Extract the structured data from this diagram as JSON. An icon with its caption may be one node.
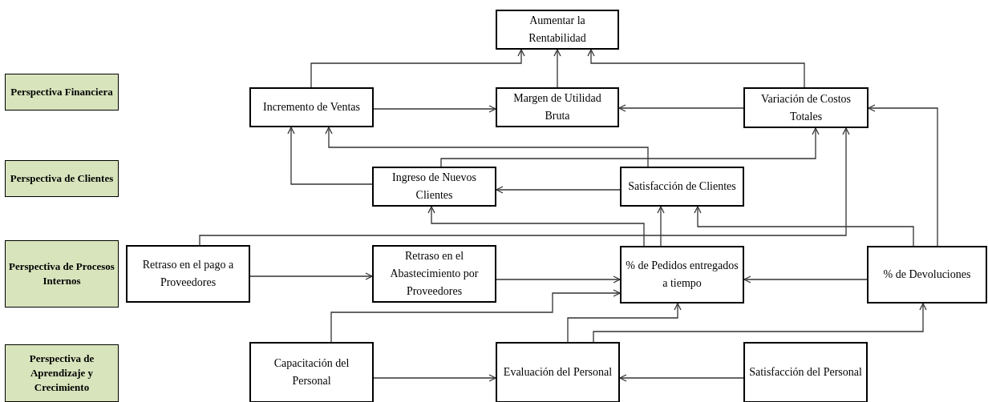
{
  "diagram": {
    "nodes": [
      {
        "text": [
          "Perspectiva Financiera"
        ]
      },
      {
        "text": [
          "Aumentar la Rentabilidad"
        ]
      },
      {
        "text": [
          "Incremento de Ventas"
        ]
      },
      {
        "text": [
          "Margen de Utilidad Bruta"
        ]
      },
      {
        "text": [
          "Variación de Costos Totales"
        ]
      },
      {
        "text": [
          "Perspectiva de Clientes"
        ]
      },
      {
        "text": [
          "Ingreso de Nuevos Clientes"
        ]
      },
      {
        "text": [
          "Satisfacción de Clientes"
        ]
      },
      {
        "text": [
          "Perspectiva de Procesos Internos"
        ]
      },
      {
        "text": [
          "Retraso en el pago a Proveedores"
        ]
      },
      {
        "text": [
          "Retraso en el Abastecimiento por Proveedores"
        ]
      },
      {
        "text": [
          "% de Pedidos entregados a tiempo"
        ]
      },
      {
        "text": [
          "% de Devoluciones"
        ]
      },
      {
        "text": [
          "Perspectiva de Aprendizaje y Crecimiento"
        ]
      },
      {
        "text": [
          "Capacitación del Personal"
        ]
      },
      {
        "text": [
          "Evaluación del Personal"
        ]
      },
      {
        "text": [
          "Satisfacción del Personal"
        ]
      }
    ],
    "edges": [
      {
        "from": 2,
        "to": 1,
        "arrow": "to"
      },
      {
        "from": 3,
        "to": 1,
        "arrow": "to"
      },
      {
        "from": 4,
        "to": 1,
        "arrow": "to"
      },
      {
        "from": 2,
        "to": 3,
        "arrow": "to"
      },
      {
        "from": 4,
        "to": 3,
        "arrow": "to"
      },
      {
        "from": 7,
        "to": 2,
        "arrow": "to"
      },
      {
        "from": 6,
        "to": 2,
        "arrow": "to"
      },
      {
        "from": 6,
        "to": 4,
        "arrow": "to"
      },
      {
        "from": 7,
        "to": 6,
        "arrow": "to"
      },
      {
        "from": 11,
        "to": 6,
        "arrow": "to"
      },
      {
        "from": 11,
        "to": 7,
        "arrow": "to"
      },
      {
        "from": 12,
        "to": 7,
        "arrow": "to"
      },
      {
        "from": 12,
        "to": 4,
        "arrow": "to"
      },
      {
        "from": 9,
        "to": 4,
        "arrow": "to"
      },
      {
        "from": 9,
        "to": 10,
        "arrow": "to"
      },
      {
        "from": 10,
        "to": 11,
        "arrow": "to"
      },
      {
        "from": 14,
        "to": 11,
        "arrow": "to"
      },
      {
        "from": 15,
        "to": 11,
        "arrow": "to"
      },
      {
        "from": 15,
        "to": 12,
        "arrow": "to"
      },
      {
        "from": 12,
        "to": 11,
        "arrow": "to"
      },
      {
        "from": 14,
        "to": 15,
        "arrow": "to"
      },
      {
        "from": 16,
        "to": 15,
        "arrow": "to"
      }
    ]
  }
}
